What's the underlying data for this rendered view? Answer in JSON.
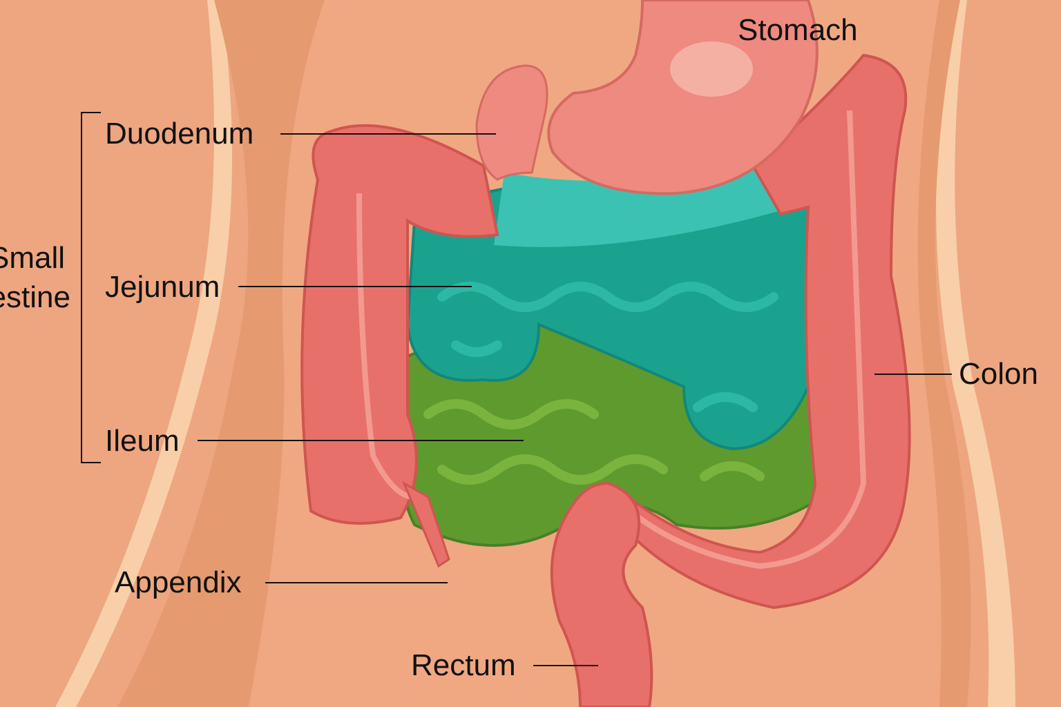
{
  "diagram": {
    "group_label": {
      "line1": "Small",
      "line2": "Intestine"
    },
    "labels": {
      "stomach": "Stomach",
      "duodenum": "Duodenum",
      "jejunum": "Jejunum",
      "ileum": "Ileum",
      "colon": "Colon",
      "appendix": "Appendix",
      "rectum": "Rectum"
    },
    "colors": {
      "skin": "#eea680",
      "skin_light": "#f8cfa8",
      "colon": "#e8706a",
      "jejunum": "#1fa896",
      "ileum": "#5f9a2e",
      "stomach": "#ee8a80"
    }
  }
}
